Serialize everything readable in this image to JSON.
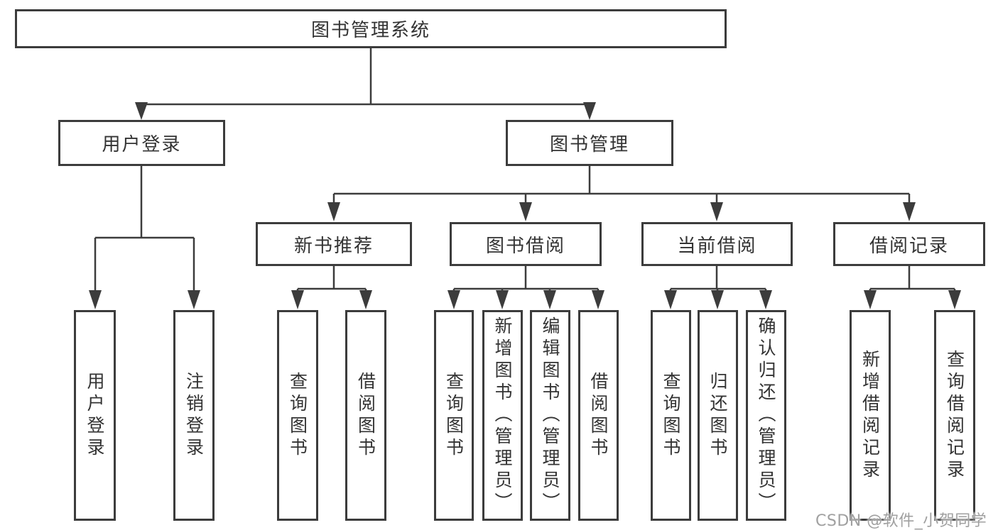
{
  "diagram": {
    "type": "tree",
    "root": "图书管理系统",
    "children": [
      {
        "label": "用户登录",
        "children": [
          "用户登录",
          "注销登录"
        ]
      },
      {
        "label": "图书管理",
        "children": [
          {
            "label": "新书推荐",
            "children": [
              "查询图书",
              "借阅图书"
            ]
          },
          {
            "label": "图书借阅",
            "children": [
              "查询图书",
              "新增图书（管理员）",
              "编辑图书（管理员）",
              "借阅图书"
            ]
          },
          {
            "label": "当前借阅",
            "children": [
              "查询图书",
              "归还图书",
              "确认归还（管理员）"
            ]
          },
          {
            "label": "借阅记录",
            "children": [
              "新增借阅记录",
              "查询借阅记录"
            ]
          }
        ]
      }
    ],
    "colors": {
      "line": "#3c3c3c",
      "text": "#333333",
      "background": "#ffffff"
    }
  },
  "watermark": {
    "text": "CSDN @软件_小贺同学",
    "color": "#a0a0a0"
  }
}
